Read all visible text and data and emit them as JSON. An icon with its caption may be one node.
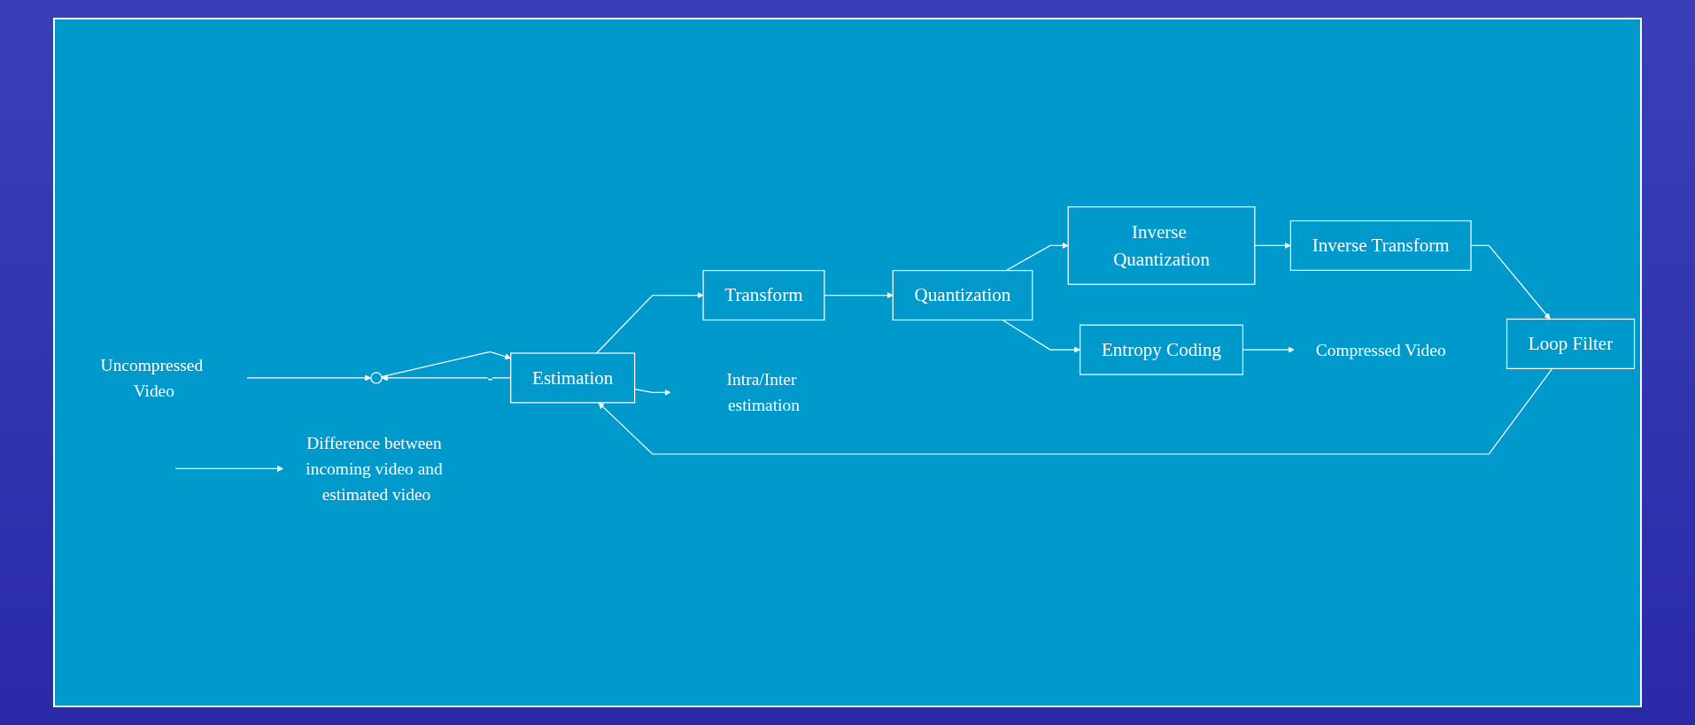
{
  "diagram": {
    "nodes": [
      {
        "text": [
          "Uncompressed Video"
        ]
      },
      {
        "text": [],
        "shape": "circle"
      },
      {
        "text": [
          "Estimation"
        ]
      },
      {
        "text": [
          "Transform"
        ]
      },
      {
        "text": [
          "Quantization"
        ]
      },
      {
        "text": [
          "Entropy Coding"
        ]
      },
      {
        "text": [
          "Inverse Quantization"
        ]
      },
      {
        "text": [
          "Inverse Transform"
        ]
      },
      {
        "text": [
          "Loop Filter"
        ]
      },
      {
        "text": [
          "Compressed Video"
        ]
      },
      {
        "text": [
          "Difference between incoming video and estimated video"
        ]
      },
      {
        "text": [
          "Intra/Inter estimation"
        ]
      }
    ],
    "edges": [
      {
        "from": 0,
        "to": 1,
        "arrow": "to"
      },
      {
        "from": 1,
        "to": 2,
        "arrow": "to"
      },
      {
        "from": 2,
        "to": 3,
        "arrow": "to"
      },
      {
        "from": 3,
        "to": 4,
        "arrow": "to"
      },
      {
        "from": 4,
        "to": 5,
        "arrow": "to"
      },
      {
        "from": 4,
        "to": 6,
        "arrow": "to"
      },
      {
        "from": 5,
        "to": 9,
        "arrow": "to"
      },
      {
        "from": 6,
        "to": 7,
        "arrow": "to"
      },
      {
        "from": 7,
        "to": 8,
        "arrow": "to"
      },
      {
        "from": 8,
        "to": 2,
        "arrow": "to"
      },
      {
        "from": 2,
        "to": 1,
        "arrow": "to",
        "label": "-"
      },
      {
        "from": null,
        "to": 10,
        "arrow": "to"
      },
      {
        "from": 2,
        "to": 11,
        "arrow": "to"
      }
    ]
  }
}
